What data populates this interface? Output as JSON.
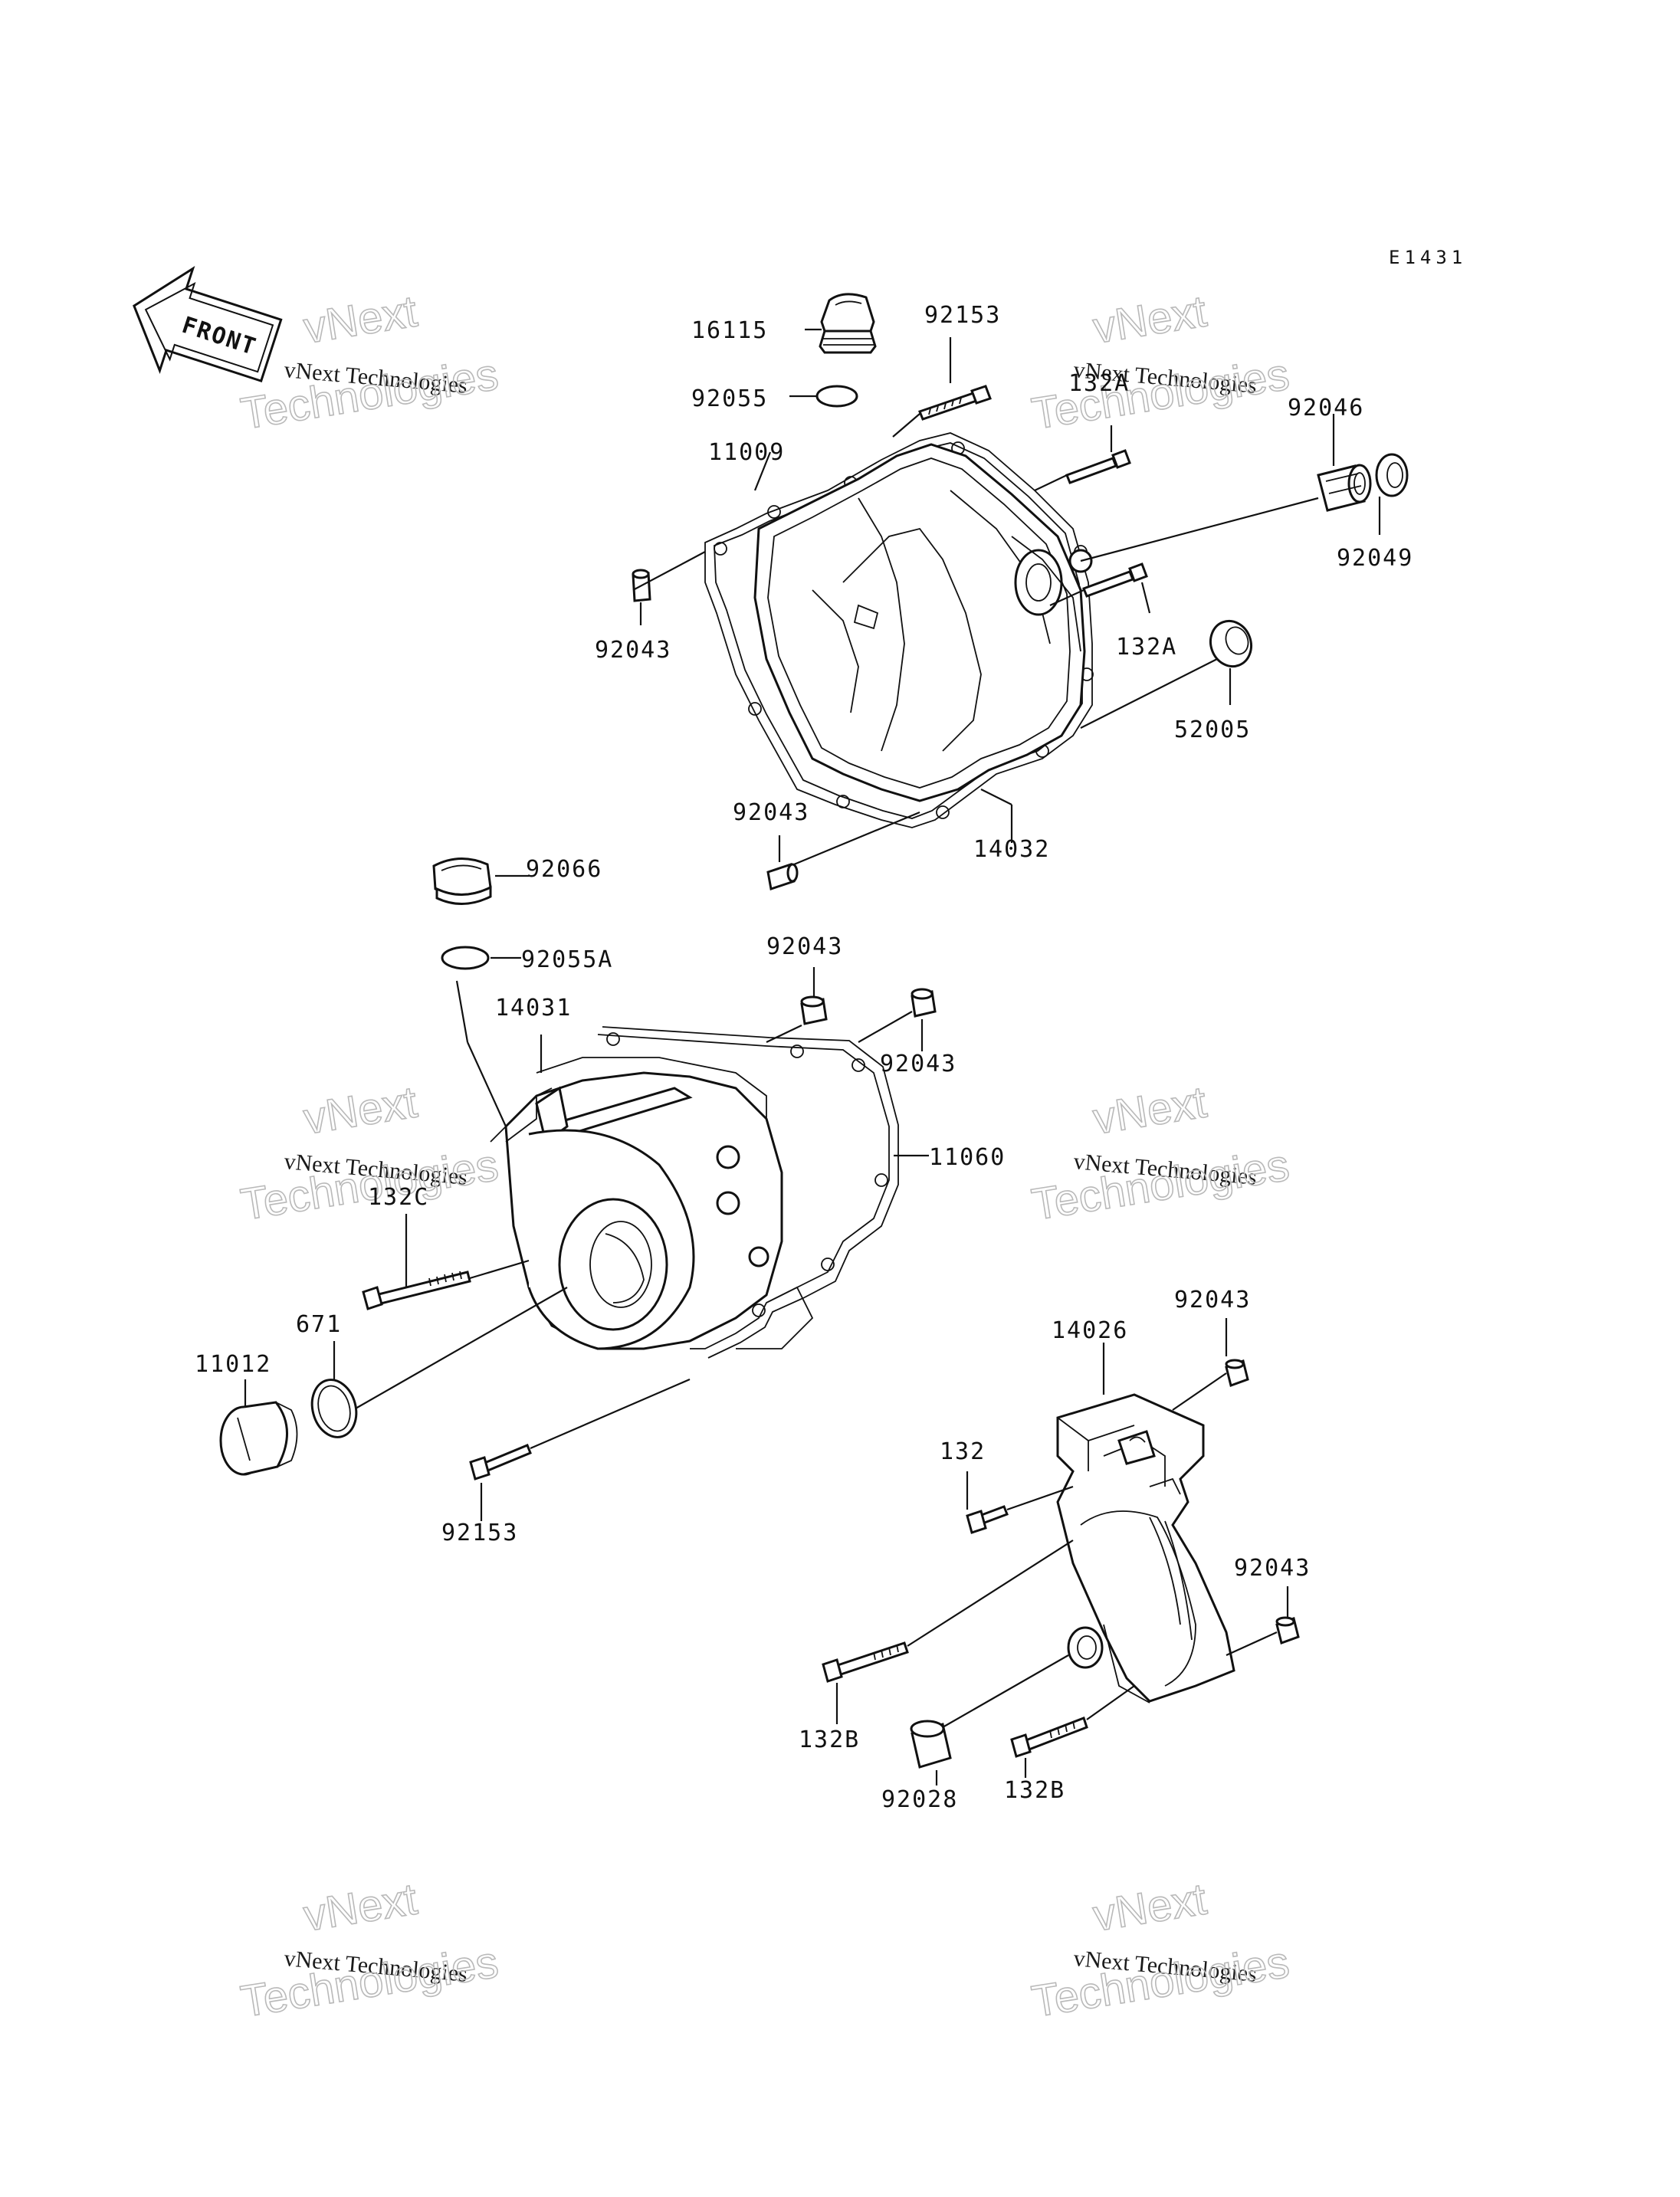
{
  "diagram_code": "E1431",
  "front_label": "FRONT",
  "watermark": {
    "line1": "vNext",
    "line2": "vNext Technologies",
    "line3": "Technologies"
  },
  "labels": {
    "p16115": "16115",
    "p92153_top": "92153",
    "p132A_top": "132A",
    "p92046": "92046",
    "p92055": "92055",
    "p11009": "11009",
    "p92049": "92049",
    "p92043_a": "92043",
    "p132A_mid": "132A",
    "p52005": "52005",
    "p92043_b": "92043",
    "p14032": "14032",
    "p92066": "92066",
    "p92055A": "92055A",
    "p92043_c": "92043",
    "p14031": "14031",
    "p92043_d": "92043",
    "p11060": "11060",
    "p132C": "132C",
    "p671": "671",
    "p11012": "11012",
    "p92153_bot": "92153",
    "p92043_e": "92043",
    "p14026": "14026",
    "p132": "132",
    "p92043_f": "92043",
    "p132B_left": "132B",
    "p92028": "92028",
    "p132B_right": "132B"
  }
}
